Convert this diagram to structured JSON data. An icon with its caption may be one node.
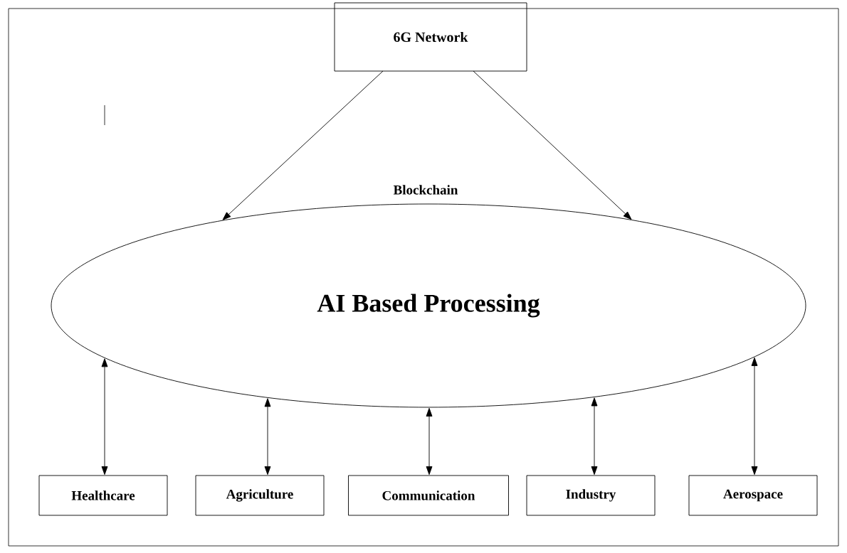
{
  "diagram": {
    "nodes": [
      {
        "text": [
          "6G Network"
        ]
      },
      {
        "text": [
          "Blockchain",
          "AI Based Processing"
        ]
      },
      {
        "text": [
          "Healthcare"
        ]
      },
      {
        "text": [
          "Agriculture"
        ]
      },
      {
        "text": [
          "Communication"
        ]
      },
      {
        "text": [
          "Industry"
        ]
      },
      {
        "text": [
          "Aerospace"
        ]
      }
    ],
    "edges": [
      {
        "from": 0,
        "to": 1,
        "arrow": "to"
      },
      {
        "from": 0,
        "to": 1,
        "arrow": "to"
      },
      {
        "from": 1,
        "to": 2,
        "arrow": "both"
      },
      {
        "from": 1,
        "to": 3,
        "arrow": "both"
      },
      {
        "from": 1,
        "to": 4,
        "arrow": "both"
      },
      {
        "from": 1,
        "to": 5,
        "arrow": "both"
      },
      {
        "from": 1,
        "to": 6,
        "arrow": "both"
      }
    ]
  }
}
